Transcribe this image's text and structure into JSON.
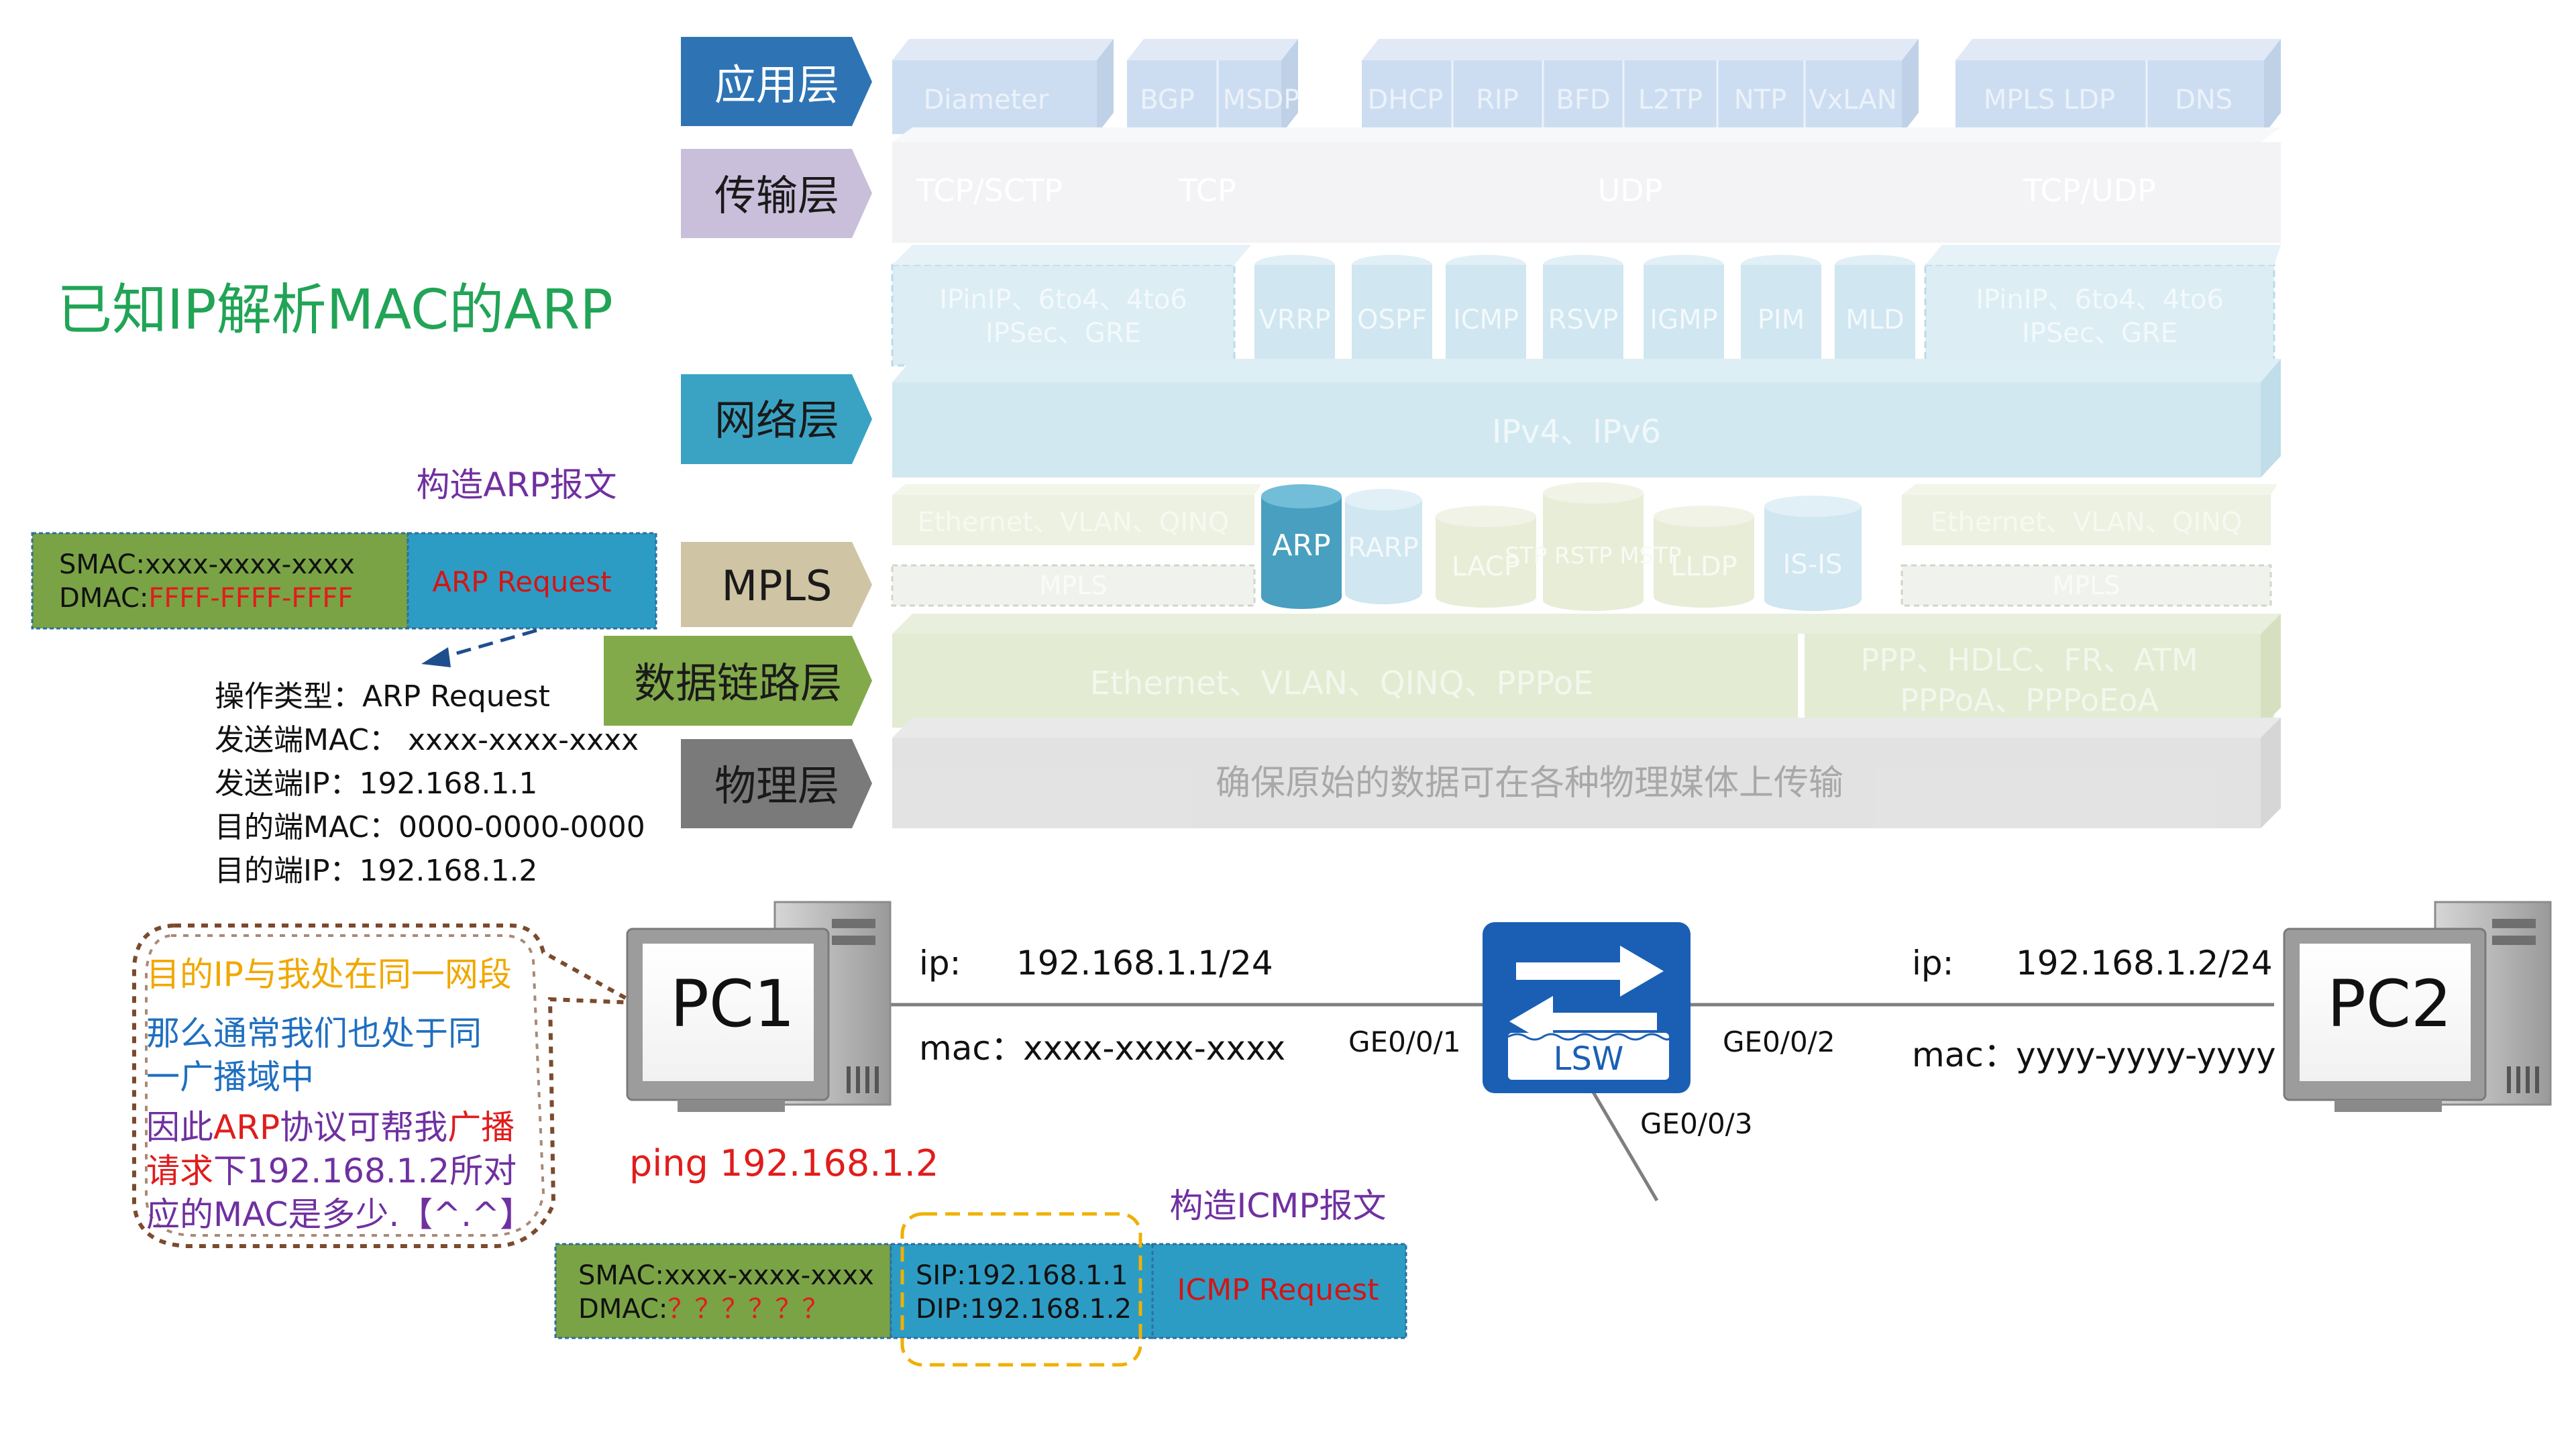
{
  "title": "已知IP解析MAC的ARP",
  "layers": {
    "app": "应用层",
    "transport": "传输层",
    "network": "网络层",
    "mpls": "MPLS",
    "datalink": "数据链路层",
    "physical": "物理层"
  },
  "protocols": {
    "app": [
      "Diameter",
      "BGP",
      "MSDP",
      "DHCP",
      "RIP",
      "BFD",
      "L2TP",
      "NTP",
      "VxLAN",
      "MPLS LDP",
      "DNS"
    ],
    "transport": [
      "TCP/SCTP",
      "TCP",
      "UDP",
      "TCP/UDP"
    ],
    "tunnel_left": [
      "IPinIP、6to4、4to6",
      "IPSec、GRE"
    ],
    "tunnel_right": [
      "IPinIP、6to4、4to6",
      "IPSec、GRE"
    ],
    "net_cyl": [
      "VRRP",
      "OSPF",
      "ICMP",
      "RSVP",
      "IGMP",
      "PIM",
      "MLD"
    ],
    "ip": "IPv4、IPv6",
    "eth_left": "Ethernet、VLAN、QINQ",
    "eth_right": "Ethernet、VLAN、QINQ",
    "mpls_left": "MPLS",
    "mpls_right": "MPLS",
    "l2_cyl": [
      "ARP",
      "RARP",
      "LACP",
      "STP RSTP MSTP",
      "LLDP",
      "IS-IS"
    ],
    "dl_left": "Ethernet、VLAN、QINQ、PPPoE",
    "dl_right": [
      "PPP、HDLC、FR、ATM",
      "PPPoA、PPPoEoA"
    ],
    "physical": "确保原始的数据可在各种物理媒体上传输"
  },
  "arp_packet": {
    "caption": "构造ARP报文",
    "smac_label": "SMAC:xxxx-xxxx-xxxx",
    "dmac_prefix": "DMAC:",
    "dmac_value": "FFFF-FFFF-FFFF",
    "type": "ARP Request"
  },
  "arp_details": [
    "操作类型：ARP Request",
    "发送端MAC：  xxxx-xxxx-xxxx",
    "发送端IP：192.168.1.1",
    "目的端MAC：0000-0000-0000",
    "目的端IP：192.168.1.2"
  ],
  "bubble": {
    "line1": "目的IP与我处在同一网段",
    "line2": "那么通常我们也处于同",
    "line3": "一广播域中",
    "line4_a": "因此",
    "line4_b": "ARP",
    "line4_c": "协议可帮我",
    "line4_d": "广播",
    "line5_a": "请求",
    "line5_b": "下192.168.1.2所对",
    "line6": "应的MAC是多少.【^.^】"
  },
  "pc1": {
    "label": "PC1",
    "ip_label": "ip:",
    "ip": "192.168.1.1/24",
    "mac_label": "mac：",
    "mac": "xxxx-xxxx-xxxx",
    "ping": "ping 192.168.1.2"
  },
  "pc2": {
    "label": "PC2",
    "ip_label": "ip:",
    "ip": "192.168.1.2/24",
    "mac_label": "mac：",
    "mac": "yyyy-yyyy-yyyy"
  },
  "switch": {
    "label": "LSW",
    "port1": "GE0/0/1",
    "port2": "GE0/0/2",
    "port3": "GE0/0/3"
  },
  "icmp_packet": {
    "caption": "构造ICMP报文",
    "smac": "SMAC:xxxx-xxxx-xxxx",
    "dmac_prefix": "DMAC:",
    "dmac_value": "？？？？？？",
    "sip": "SIP:192.168.1.1",
    "dip": "DIP:192.168.1.2",
    "type": "ICMP Request"
  },
  "colors": {
    "title": "#21a456",
    "purple": "#7030a0",
    "red": "#e11c1c",
    "orange": "#f0a800",
    "blue": "#1f6fc0",
    "packet_green": "#7aa346",
    "packet_blue": "#2d9cc4",
    "switch_blue": "#1a5fb4"
  }
}
